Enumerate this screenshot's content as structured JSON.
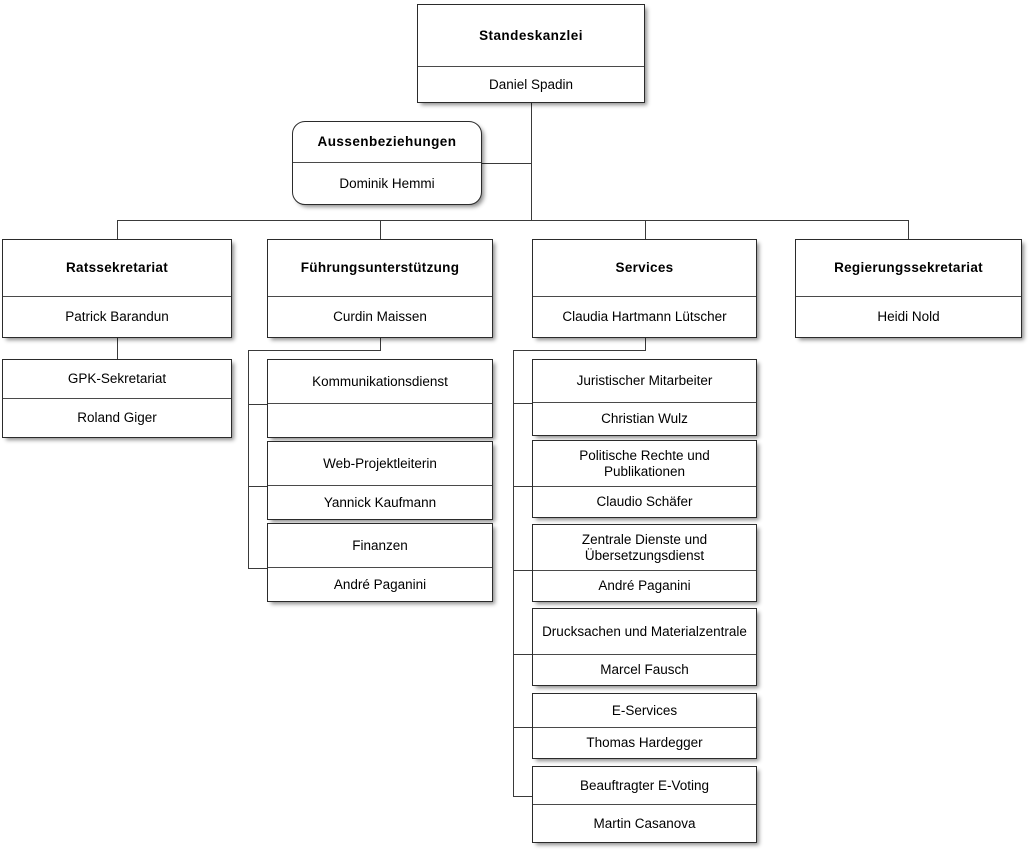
{
  "meta": {
    "title": "Organigramm Standeskanzlei"
  },
  "colors": {
    "box_border": "#2b2b2b",
    "divider": "#4a4a4a",
    "connector": "#3a3a3a",
    "background": "#ffffff",
    "text": "#000000"
  },
  "root": {
    "title": "Standeskanzlei",
    "person": "Daniel Spadin"
  },
  "staff_unit": {
    "title": "Aussenbeziehungen",
    "person": "Dominik Hemmi"
  },
  "departments": [
    {
      "title": "Ratssekretariat",
      "person": "Patrick Barandun",
      "children": [
        {
          "title": "GPK-Sekretariat",
          "person": "Roland Giger"
        }
      ]
    },
    {
      "title": "Führungsunterstützung",
      "person": "Curdin Maissen",
      "children": [
        {
          "title": "Kommunikationsdienst",
          "person": ""
        },
        {
          "title": "Web-Projektleiterin",
          "person": "Yannick Kaufmann"
        },
        {
          "title": "Finanzen",
          "person": "André Paganini"
        }
      ]
    },
    {
      "title": "Services",
      "person": "Claudia Hartmann Lütscher",
      "children": [
        {
          "title": "Juristischer Mitarbeiter",
          "person": "Christian Wulz"
        },
        {
          "title": "Politische Rechte und Publikationen",
          "person": "Claudio Schäfer"
        },
        {
          "title": "Zentrale Dienste und Übersetzungsdienst",
          "person": "André Paganini"
        },
        {
          "title": "Drucksachen und Materialzentrale",
          "person": "Marcel Fausch"
        },
        {
          "title": "E-Services",
          "person": "Thomas Hardegger"
        },
        {
          "title": "Beauftragter E-Voting",
          "person": "Martin Casanova"
        }
      ]
    },
    {
      "title": "Regierungssekretariat",
      "person": "Heidi Nold",
      "children": []
    }
  ]
}
